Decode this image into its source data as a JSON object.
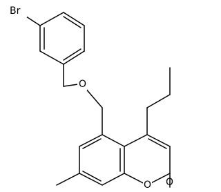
{
  "molecule": {
    "atoms": {
      "bromine": "Br",
      "ether_oxygen": "O",
      "ring_oxygen": "O",
      "carbonyl_oxygen": "O"
    }
  },
  "colors": {
    "bond": "#000000",
    "label": "#000000",
    "background": "#ffffff"
  }
}
